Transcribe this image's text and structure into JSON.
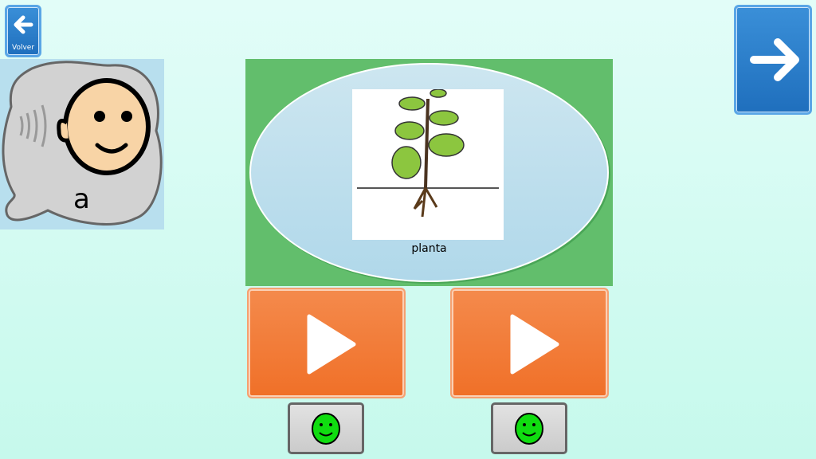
{
  "nav": {
    "back_label": "Volver",
    "back_icon": "arrow-left-icon",
    "next_icon": "arrow-right-icon"
  },
  "prompt": {
    "letter": "a",
    "icon": "listen-icon"
  },
  "card": {
    "word": "planta",
    "icon": "plant-icon"
  },
  "options": [
    {
      "play_icon": "play-icon",
      "check_icon": "smiley-icon"
    },
    {
      "play_icon": "play-icon",
      "check_icon": "smiley-icon"
    }
  ],
  "colors": {
    "orange": "#f07028",
    "blue": "#1f6fbd",
    "green": "#62be6c",
    "smiley": "#10dd10"
  }
}
